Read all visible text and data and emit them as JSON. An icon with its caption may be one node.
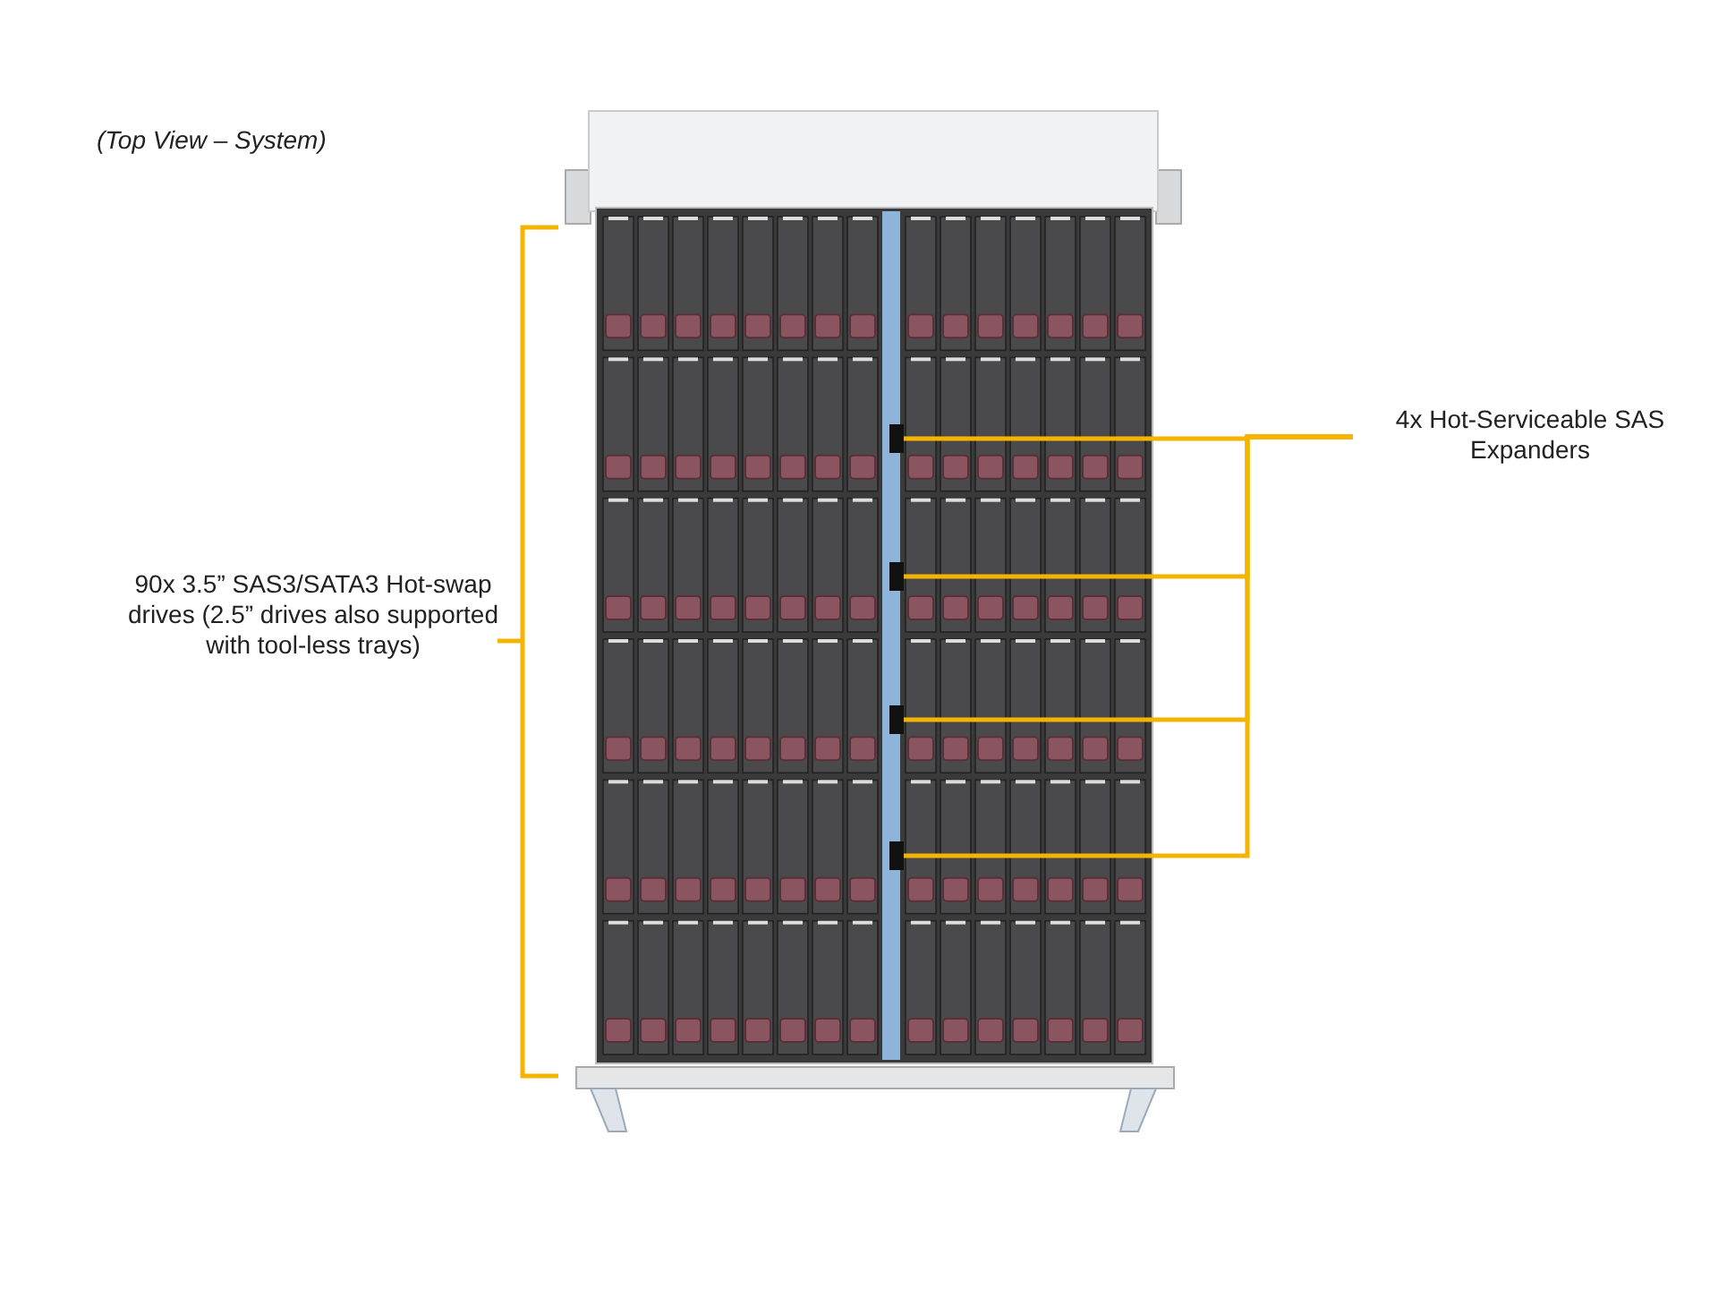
{
  "diagram": {
    "title": "(Top View – System)",
    "nodes": [
      {
        "text": [
          "4x Hot-Serviceable SAS Expanders"
        ]
      },
      {
        "text": [
          "90x 3.5” SAS3/SATA3 Hot-swap drives (2.5” drives also supported with tool-less trays)"
        ]
      },
      {
        "text": [],
        "shape": "box"
      },
      {
        "text": [],
        "shape": "box"
      },
      {
        "text": [],
        "shape": "box"
      },
      {
        "text": [],
        "shape": "box"
      }
    ],
    "edges": [
      {
        "from": 0,
        "to": 2,
        "arrow": "none"
      },
      {
        "from": 0,
        "to": 3,
        "arrow": "none"
      },
      {
        "from": 0,
        "to": 4,
        "arrow": "none"
      },
      {
        "from": 0,
        "to": 5,
        "arrow": "none"
      }
    ]
  }
}
